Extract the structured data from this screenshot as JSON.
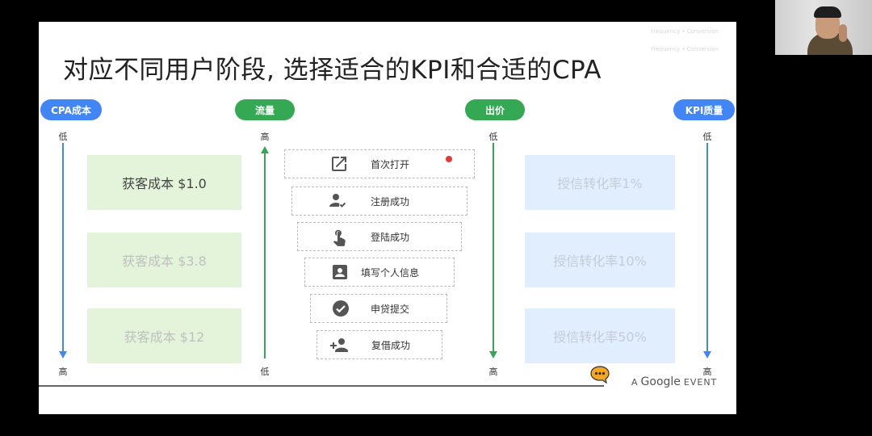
{
  "slide": {
    "title": "对应不同用户阶段, 选择适合的KPI和合适的CPA",
    "faint_text_1": "Frequency • Conversion",
    "faint_text_2": "Frequency • Conversion"
  },
  "columns": {
    "cpa": {
      "header": "CPA成本",
      "top": "低",
      "bottom": "高",
      "color": "#4285f4"
    },
    "traffic": {
      "header": "流量",
      "top": "高",
      "bottom": "低",
      "color": "#34a853"
    },
    "bid": {
      "header": "出价",
      "top": "低",
      "bottom": "高",
      "color": "#34a853"
    },
    "kpi": {
      "header": "KPI质量",
      "top": "低",
      "bottom": "高",
      "color": "#4285f4"
    }
  },
  "cost_boxes": [
    "获客成本 $1.0",
    "获客成本 $3.8",
    "获客成本 $12"
  ],
  "kpi_boxes": [
    "授信转化率1%",
    "授信转化率10%",
    "授信转化率50%"
  ],
  "funnel": [
    {
      "label": "首次打开",
      "icon": "open-in-new-icon"
    },
    {
      "label": "注册成功",
      "icon": "person-check-icon"
    },
    {
      "label": "登陆成功",
      "icon": "touch-icon"
    },
    {
      "label": "填写个人信息",
      "icon": "contact-card-icon"
    },
    {
      "label": "申贷提交",
      "icon": "check-circle-icon"
    },
    {
      "label": "复借成功",
      "icon": "person-add-icon"
    }
  ],
  "branding": {
    "prefix": "A",
    "brand": "Google",
    "suffix": "EVENT"
  }
}
